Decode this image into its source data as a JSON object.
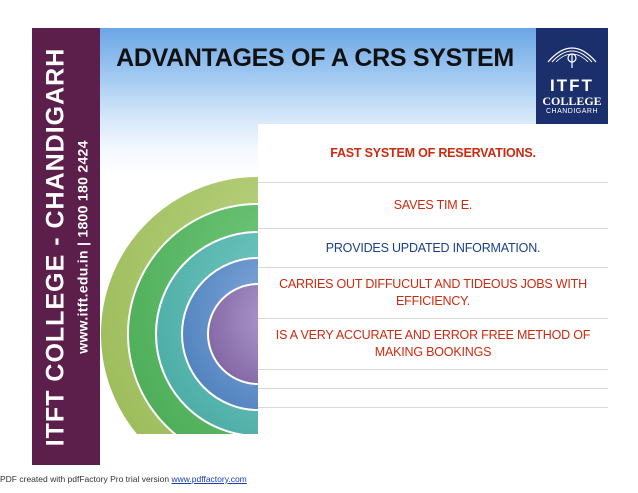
{
  "sidebar": {
    "line1": "ITFT COLLEGE - CHANDIGARH",
    "line2": "www.itft.edu.in  | 1800 180 2424"
  },
  "title": "ADVANTAGES OF A CRS SYSTEM",
  "logo": {
    "name": "ITFT",
    "college": "COLLEGE",
    "city": "CHANDIGARH"
  },
  "colors": {
    "sidebar": "#5c1e4a",
    "arc_1": "#9bbb59",
    "arc_2": "#4bac56",
    "arc_3": "#4aaca5",
    "arc_4": "#4f81bd",
    "arc_5": "#8064a2",
    "text_red": "#cc2a0f",
    "text_blue": "#1b3f8f"
  },
  "advantages": [
    "FAST SYSTEM  OF RESERVATIONS.",
    "SAVES TIM E.",
    "PROVIDES UPDATED INFORMATION.",
    "CARRIES OUT DIFFUCULT AND TIDEOUS JOBS WITH EFFICIENCY.",
    "IS A VERY ACCURATE AND ERROR FREE METHOD OF MAKING BOOKINGS",
    "",
    ""
  ],
  "footer": {
    "text": "PDF created with pdfFactory Pro trial version ",
    "link": "www.pdffactory.com"
  }
}
